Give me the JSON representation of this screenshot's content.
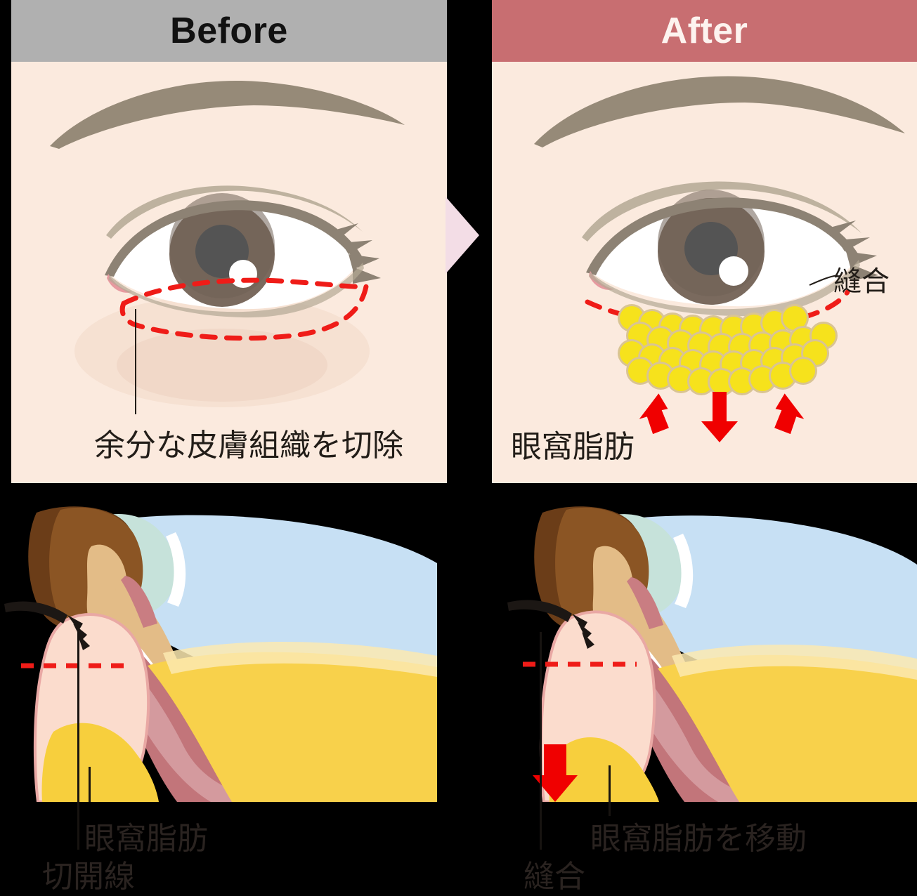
{
  "panels": {
    "before": {
      "header": "Before",
      "header_bg": "#b0b0b0",
      "header_fg": "#111111",
      "label_excise": "余分な皮膚組織を切除"
    },
    "after": {
      "header": "After",
      "header_bg": "#c86e71",
      "header_fg": "#fdf3ef",
      "label_orbital_fat": "眼窩脂肪",
      "label_suture": "縫合"
    },
    "cross_section_before": {
      "label_fat": "眼窩脂肪",
      "label_incision": "切開線"
    },
    "cross_section_after": {
      "label_fat_moved": "眼窩脂肪を移動",
      "label_suture": "縫合"
    }
  },
  "colors": {
    "skin_bg": "#fbeade",
    "brow": "#968a78",
    "iris": "#7a6a5e",
    "pupil": "#545454",
    "incision_red": "#ef1c18",
    "arrow_red": "#f00000",
    "fat_yellow": "#f6e21c",
    "fat_outline": "#d9c493",
    "sclera_blue": "#c7e0f4",
    "cornea_mint": "#c6e2da",
    "muscle_rose": "#c98e90",
    "skin_pink": "#fbdccd",
    "hair_brown": "#7a4a20",
    "flow_arrow": "#f3dde6"
  },
  "fat_clusters": {
    "rows": 4,
    "counts": [
      9,
      10,
      10,
      9
    ]
  }
}
